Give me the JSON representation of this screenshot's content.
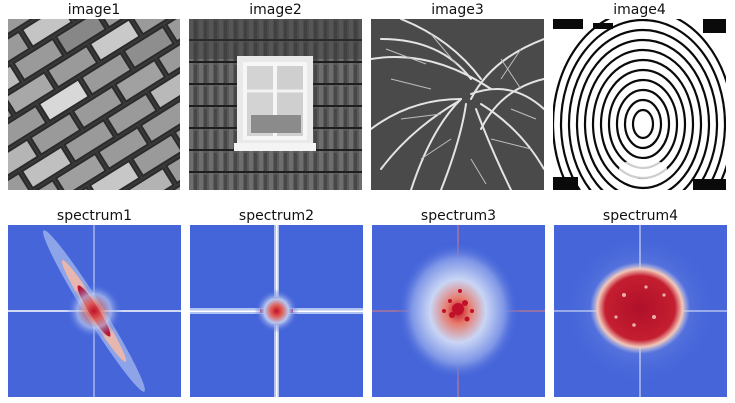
{
  "titles": {
    "image1": "image1",
    "image2": "image2",
    "image3": "image3",
    "image4": "image4",
    "spectrum1": "spectrum1",
    "spectrum2": "spectrum2",
    "spectrum3": "spectrum3",
    "spectrum4": "spectrum4"
  },
  "colors": {
    "spectrum_background": "#3b5bd6",
    "spectrum_mid": "#9fb4ee",
    "spectrum_high": "#c0102a",
    "image_dark": "#2a2a2a",
    "image_light": "#e6e6e6"
  }
}
